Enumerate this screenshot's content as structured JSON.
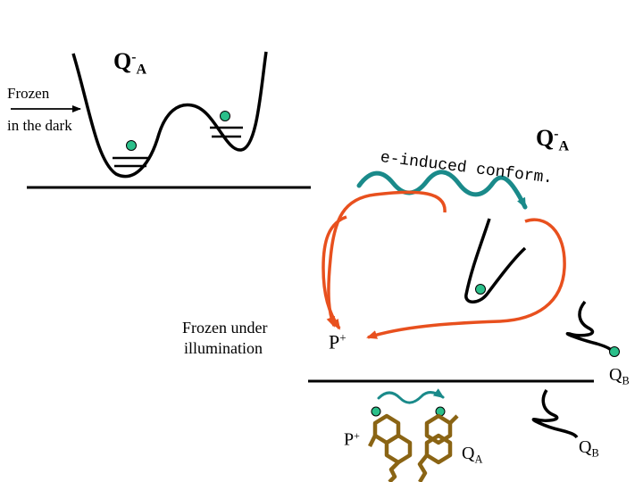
{
  "labels": {
    "qa_top": {
      "main": "Q",
      "sup": "-",
      "sub": "A"
    },
    "frozen_dark_1": "Frozen",
    "frozen_dark_2": "in the dark",
    "qa_right": {
      "main": "Q",
      "sup": "-",
      "sub": "A"
    },
    "e_induced": "e-induced conform.",
    "frozen_illum_1": "Frozen under",
    "frozen_illum_2": "illumination",
    "p_plus_mid": {
      "main": "P",
      "sup": "+"
    },
    "qb_mid": {
      "main": "Q",
      "sub": "B"
    },
    "p_plus_bottom": {
      "main": "P",
      "sup": "+"
    },
    "qa_bottom": {
      "main": "Q",
      "sub": "A"
    },
    "qb_bottom": {
      "main": "Q",
      "sub": "B"
    }
  },
  "colors": {
    "electron": "#2bbf8a",
    "arrow_orange": "#e8501e",
    "wave_teal": "#1a8a8a",
    "molecule_olive": "#8a6414",
    "line": "#000000"
  }
}
